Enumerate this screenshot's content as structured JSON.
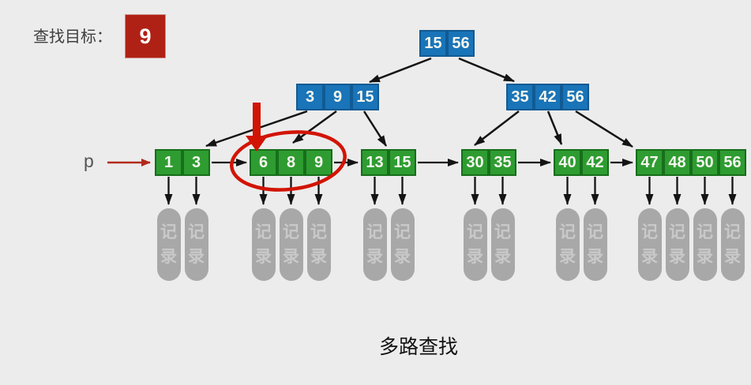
{
  "search_target": {
    "label": "查找目标：",
    "value": "9"
  },
  "pointer": {
    "label": "p"
  },
  "caption": "多路查找",
  "record_label": "记录",
  "tree": {
    "internal_nodes": [
      {
        "id": "root",
        "keys": [
          "15",
          "56"
        ]
      },
      {
        "id": "internal-left",
        "keys": [
          "3",
          "9",
          "15"
        ]
      },
      {
        "id": "internal-right",
        "keys": [
          "35",
          "42",
          "56"
        ]
      }
    ],
    "leaf_nodes": [
      {
        "keys": [
          "1",
          "3"
        ],
        "highlighted": false
      },
      {
        "keys": [
          "6",
          "8",
          "9"
        ],
        "highlighted": true
      },
      {
        "keys": [
          "13",
          "15"
        ],
        "highlighted": false
      },
      {
        "keys": [
          "30",
          "35"
        ],
        "highlighted": false
      },
      {
        "keys": [
          "40",
          "42"
        ],
        "highlighted": false
      },
      {
        "keys": [
          "47",
          "48",
          "50",
          "56"
        ],
        "highlighted": false
      }
    ]
  },
  "annotations": {
    "highlight_circle_target": "leaf node 6 8 9",
    "down_arrow_target": "leaf node 6 8 9",
    "pointer_target": "leaf node 1 3"
  },
  "colors": {
    "background": "#ececec",
    "internal_fill": "#1974b8",
    "internal_border": "#115a93",
    "leaf_fill": "#2e9c31",
    "leaf_border": "#176e1b",
    "node_text": "#f6f6ee",
    "record_fill": "#a8a8a8",
    "record_text": "#c9c9c9",
    "target_fill": "#b02115",
    "annotation_red": "#d21404",
    "pointer_red": "#b22a1b",
    "edge_black": "#141414",
    "label_text": "#3d3d3d",
    "caption_text": "#111111"
  }
}
